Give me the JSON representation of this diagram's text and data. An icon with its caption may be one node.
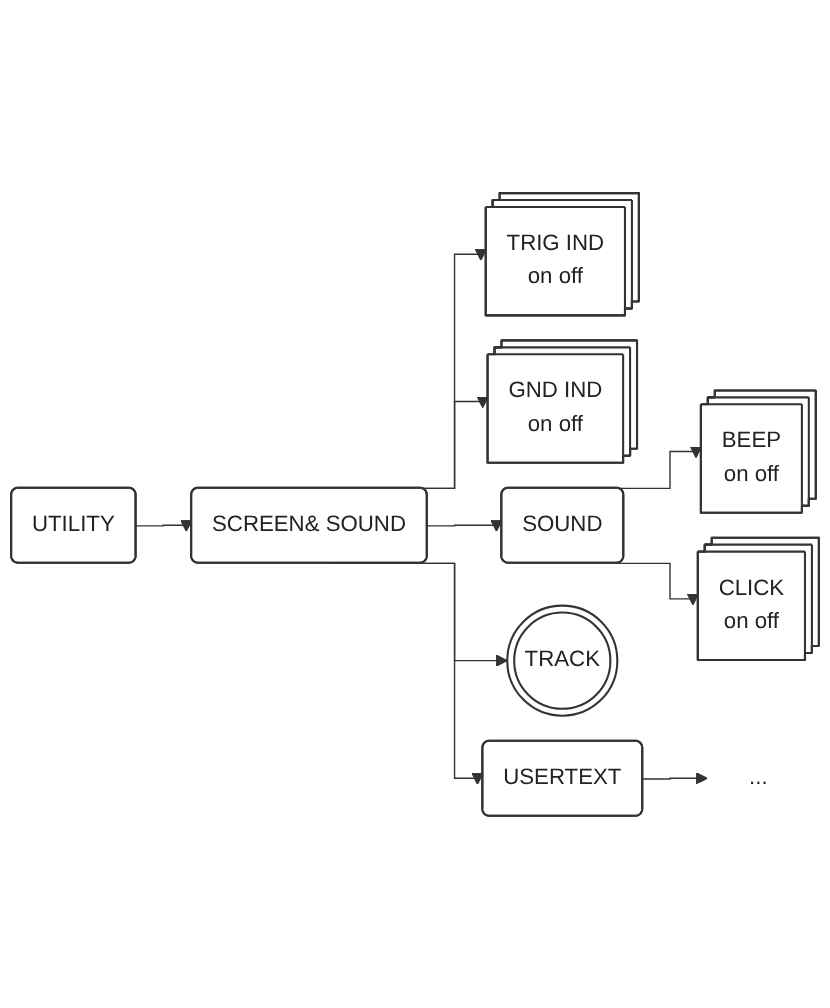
{
  "diagram": {
    "nodes": [
      {
        "text": [
          "UTILITY"
        ]
      },
      {
        "text": [
          "SCREEN& SOUND"
        ]
      },
      {
        "text": [
          "TRIG IND",
          "on off"
        ]
      },
      {
        "text": [
          "GND IND",
          "on off"
        ]
      },
      {
        "text": [
          "SOUND"
        ]
      },
      {
        "text": [
          "BEEP",
          "on off"
        ]
      },
      {
        "text": [
          "CLICK",
          "on off"
        ]
      },
      {
        "text": [
          "TRACK"
        ]
      },
      {
        "text": [
          "USERTEXT"
        ]
      },
      {
        "text": [
          "..."
        ]
      }
    ],
    "edges": [
      {
        "from": 0,
        "to": 1,
        "arrow": "to"
      },
      {
        "from": 1,
        "to": 2,
        "arrow": "to"
      },
      {
        "from": 1,
        "to": 3,
        "arrow": "to"
      },
      {
        "from": 1,
        "to": 4,
        "arrow": "to"
      },
      {
        "from": 4,
        "to": 5,
        "arrow": "to"
      },
      {
        "from": 4,
        "to": 6,
        "arrow": "to"
      },
      {
        "from": 1,
        "to": 7,
        "arrow": "to"
      },
      {
        "from": 1,
        "to": 8,
        "arrow": "to"
      },
      {
        "from": 8,
        "to": 9,
        "arrow": "to"
      }
    ]
  }
}
